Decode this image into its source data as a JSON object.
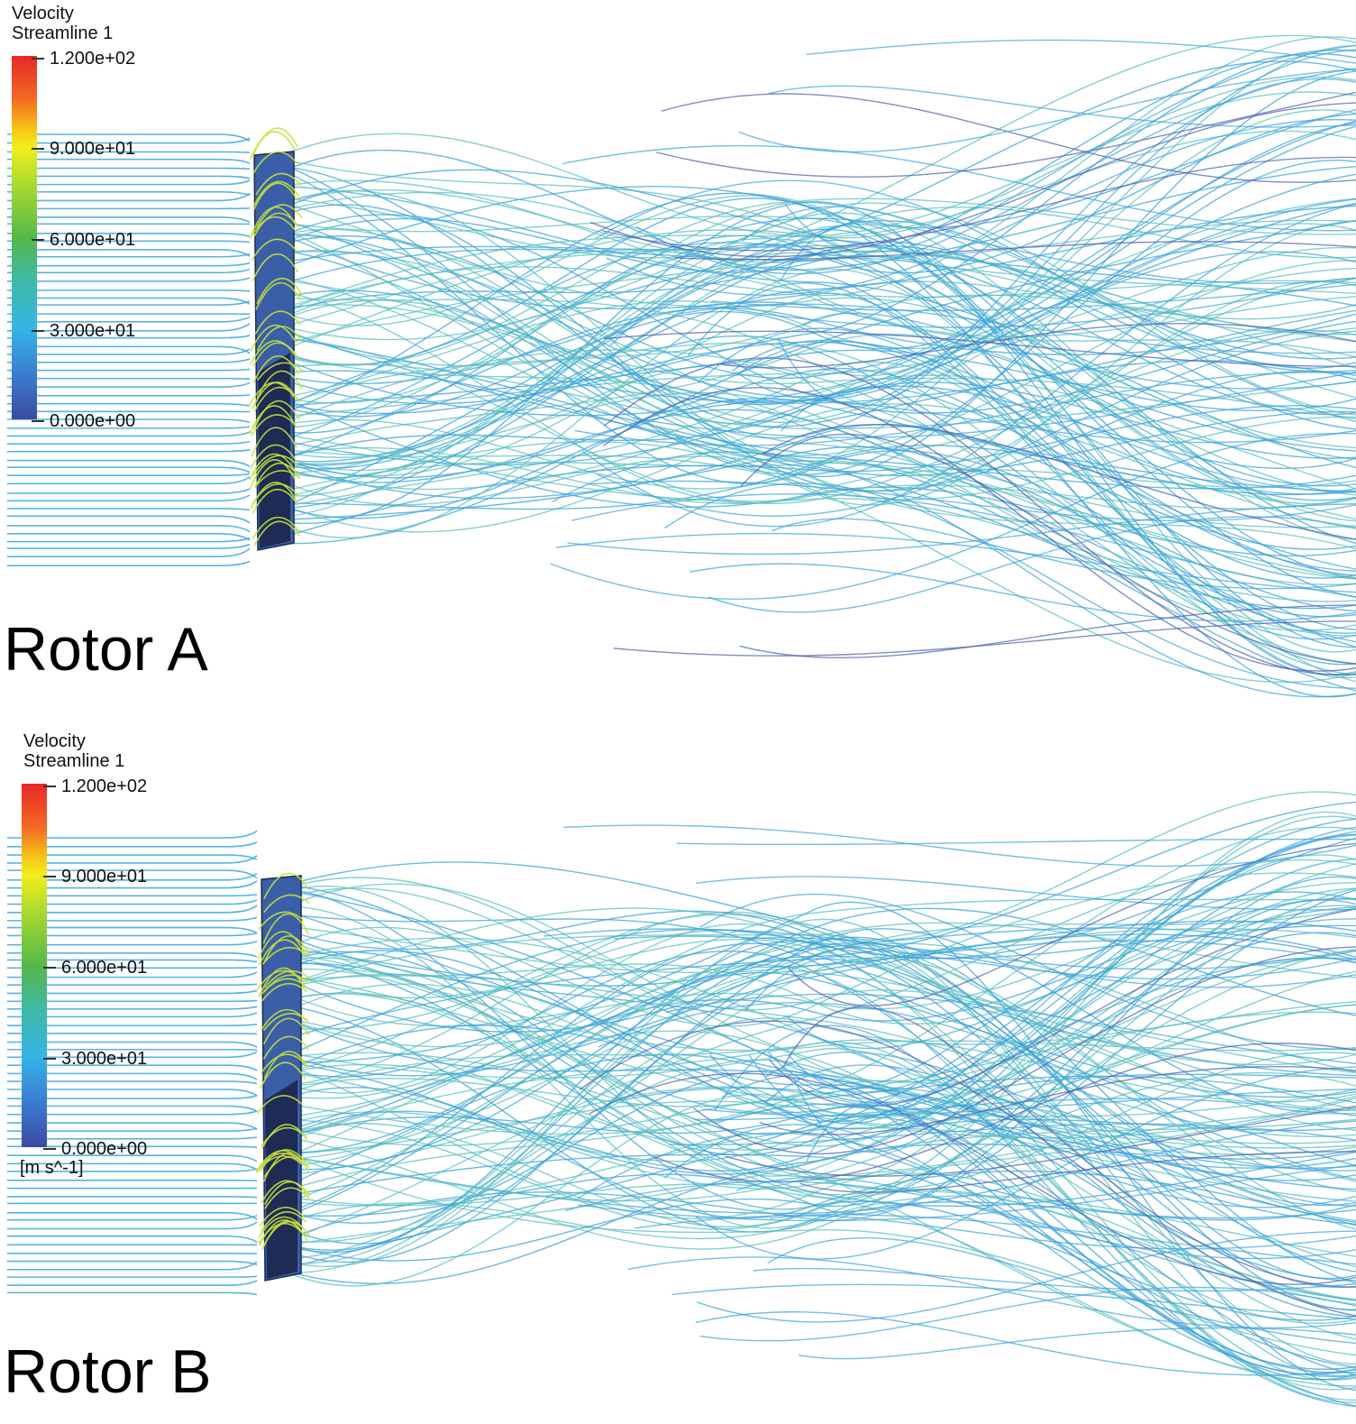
{
  "panels": [
    {
      "legend": {
        "title": "Velocity",
        "subtitle": "Streamline 1",
        "ticks": [
          "1.200e+02",
          "9.000e+01",
          "6.000e+01",
          "3.000e+01",
          "0.000e+00"
        ],
        "unit": ""
      },
      "label": "Rotor A"
    },
    {
      "legend": {
        "title": "Velocity",
        "subtitle": "Streamline 1",
        "ticks": [
          "1.200e+02",
          "9.000e+01",
          "6.000e+01",
          "3.000e+01",
          "0.000e+00"
        ],
        "unit": "[m s^-1]"
      },
      "label": "Rotor B"
    }
  ],
  "colors": {
    "inflow": "#3aa6e0",
    "rotor_wake": "#5cc0c0",
    "far_wake": "#3aa2dc",
    "slow": "#4a5bb0",
    "blade_tip": "#c8e23a",
    "rotor_body": "#3a5fa8"
  }
}
